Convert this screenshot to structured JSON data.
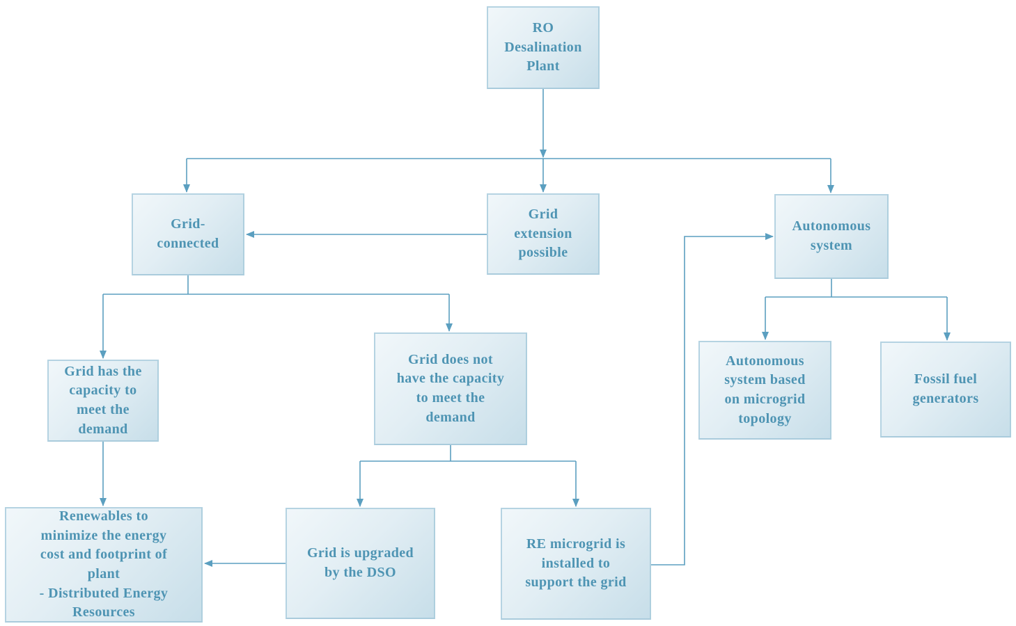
{
  "diagram": {
    "type": "flowchart",
    "colors": {
      "box_fill_light": "#f1f7fa",
      "box_fill_dark": "#c7dee9",
      "box_border": "#b5d3e2",
      "text": "#4e94b3",
      "line": "#5b9fc0",
      "background": "#ffffff"
    },
    "nodes": {
      "ro_plant": {
        "label": "RO\nDesalination\nPlant"
      },
      "grid_connected": {
        "label": "Grid-\nconnected"
      },
      "grid_extension": {
        "label": "Grid\nextension\npossible"
      },
      "autonomous": {
        "label": "Autonomous\nsystem"
      },
      "grid_has_capacity": {
        "label": "Grid has the\ncapacity to\nmeet the\ndemand"
      },
      "grid_no_capacity": {
        "label": "Grid does not\nhave the capacity\nto meet the\ndemand"
      },
      "autonomous_microgrid": {
        "label": "Autonomous\nsystem based\non microgrid\ntopology"
      },
      "fossil_fuel": {
        "label": "Fossil fuel\ngenerators"
      },
      "renewables": {
        "label": "Renewables to\nminimize the energy\ncost and footprint of\nplant\n- Distributed Energy\nResources"
      },
      "grid_upgraded": {
        "label": "Grid is upgraded\nby the DSO"
      },
      "re_microgrid": {
        "label": "RE microgrid is\ninstalled to\nsupport the grid"
      }
    },
    "edges": [
      {
        "from": "ro_plant",
        "to": "grid_connected"
      },
      {
        "from": "ro_plant",
        "to": "grid_extension"
      },
      {
        "from": "ro_plant",
        "to": "autonomous"
      },
      {
        "from": "grid_extension",
        "to": "grid_connected"
      },
      {
        "from": "grid_connected",
        "to": "grid_has_capacity"
      },
      {
        "from": "grid_connected",
        "to": "grid_no_capacity"
      },
      {
        "from": "grid_has_capacity",
        "to": "renewables"
      },
      {
        "from": "grid_no_capacity",
        "to": "grid_upgraded"
      },
      {
        "from": "grid_no_capacity",
        "to": "re_microgrid"
      },
      {
        "from": "grid_upgraded",
        "to": "renewables"
      },
      {
        "from": "re_microgrid",
        "to": "autonomous"
      },
      {
        "from": "autonomous",
        "to": "autonomous_microgrid"
      },
      {
        "from": "autonomous",
        "to": "fossil_fuel"
      }
    ]
  }
}
